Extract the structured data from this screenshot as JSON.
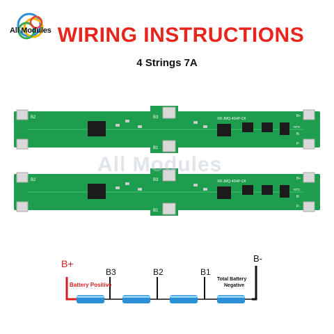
{
  "brand": {
    "name": "All Modules",
    "watermark": "All Modules"
  },
  "header": {
    "title": "WIRING INSTRUCTIONS",
    "subtitle": "4 Strings 7A"
  },
  "board": {
    "model": "XR-JMQ-4S4P-CK",
    "pads_left": [
      "B2",
      "B3",
      "B1"
    ],
    "pads_right": [
      "B+",
      "NTC",
      "B-",
      "P-"
    ]
  },
  "diagram": {
    "b_plus": "B+",
    "b_minus": "B-",
    "b3": "B3",
    "b2": "B2",
    "b1": "B1",
    "positive_label": "Battery Positive",
    "negative_label_line1": "Total Battery",
    "negative_label_line2": "Negative"
  },
  "colors": {
    "title": "#e8241c",
    "pcb": "#1f9d4e",
    "positive_wire": "#d62020",
    "negative_wire": "#111111",
    "cell": "#2a8fd6"
  }
}
